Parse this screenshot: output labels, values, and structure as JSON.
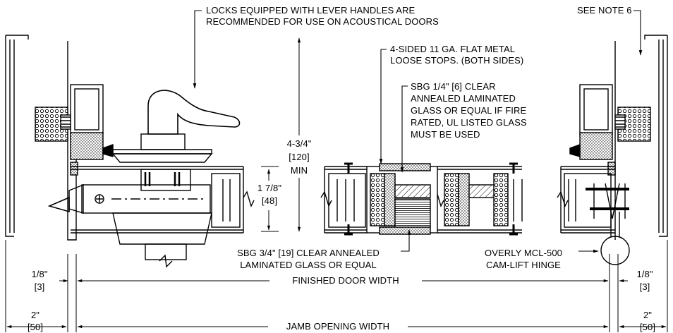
{
  "notes": {
    "lever_note": [
      "LOCKS EQUIPPED WITH LEVER HANDLES ARE",
      "RECOMMENDED FOR USE ON ACOUSTICAL DOORS"
    ],
    "see_note": "SEE NOTE 6",
    "stops_note": [
      "4-SIDED 11 GA. FLAT METAL",
      "LOOSE STOPS. (BOTH SIDES)"
    ],
    "glass_note": [
      "SBG 1/4\" [6] CLEAR",
      "ANNEALED LAMINATED",
      "GLASS OR EQUAL IF FIRE",
      "RATED, UL LISTED GLASS",
      "MUST BE USED"
    ],
    "height_dim": [
      "4-3/4\"",
      "[120]",
      "MIN"
    ],
    "depth_dim": [
      "1 7/8\"",
      "[48]"
    ],
    "thick_glass_note": [
      "SBG 3/4\" [19] CLEAR ANNEALED",
      "LAMINATED GLASS OR EQUAL"
    ],
    "hinge_note": [
      "OVERLY MCL-500",
      "CAM-LIFT HINGE"
    ],
    "left_gap_dim": [
      "1/8\"",
      "[3]"
    ],
    "right_gap_dim": [
      "1/8\"",
      "[3]"
    ],
    "finished_width": "FINISHED DOOR WIDTH",
    "left_jamb_dim": [
      "2\"",
      "[50]"
    ],
    "right_jamb_dim": [
      "2\"",
      "[50]"
    ],
    "jamb_width": "JAMB OPENING WIDTH"
  },
  "colors": {
    "line": "#000000",
    "paper": "#ffffff"
  }
}
